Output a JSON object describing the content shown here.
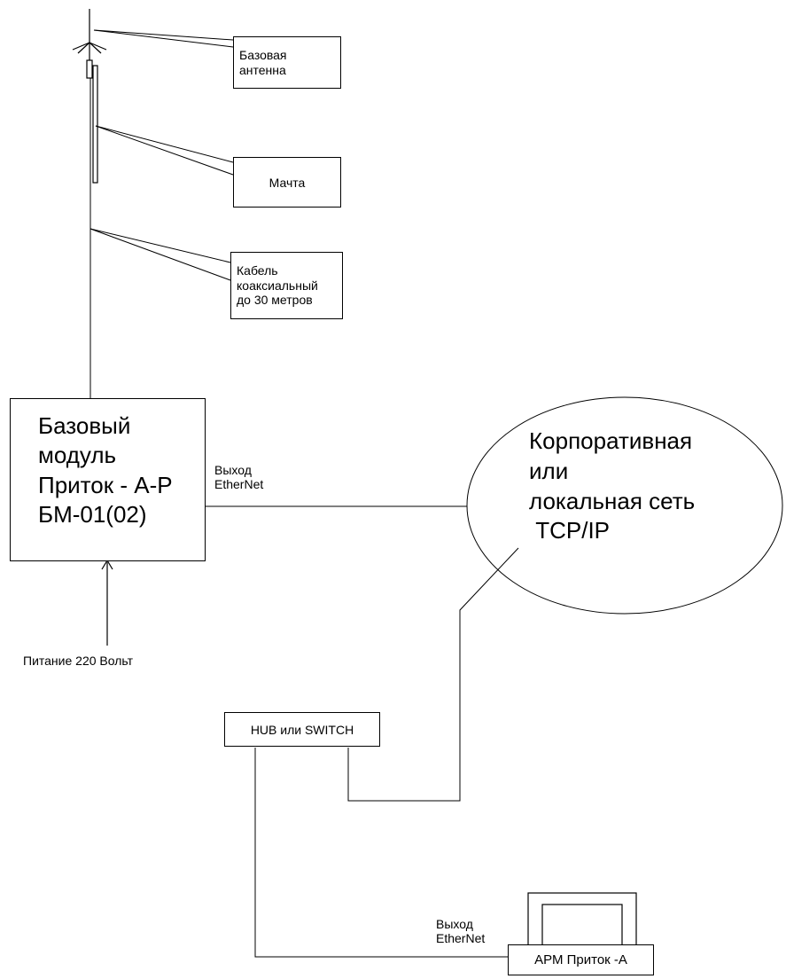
{
  "labels": {
    "antenna": "Базовая\nантенна",
    "mast": "Мачта",
    "cable": "Кабель\nкоаксиальный\nдо 30 метров",
    "base_module": "Базовый\nмодуль\nПриток - А-Р\nБМ-01(02)",
    "ethernet_out_top": "Выход\nEtherNet",
    "network": "Корпоративная\nили\nлокальная сеть\n TCP/IP",
    "power": "Питание 220 Вольт",
    "hub": "HUB или SWITCH",
    "ethernet_out_bottom": "Выход\nEtherNet",
    "workstation": "АРМ Приток -А"
  }
}
